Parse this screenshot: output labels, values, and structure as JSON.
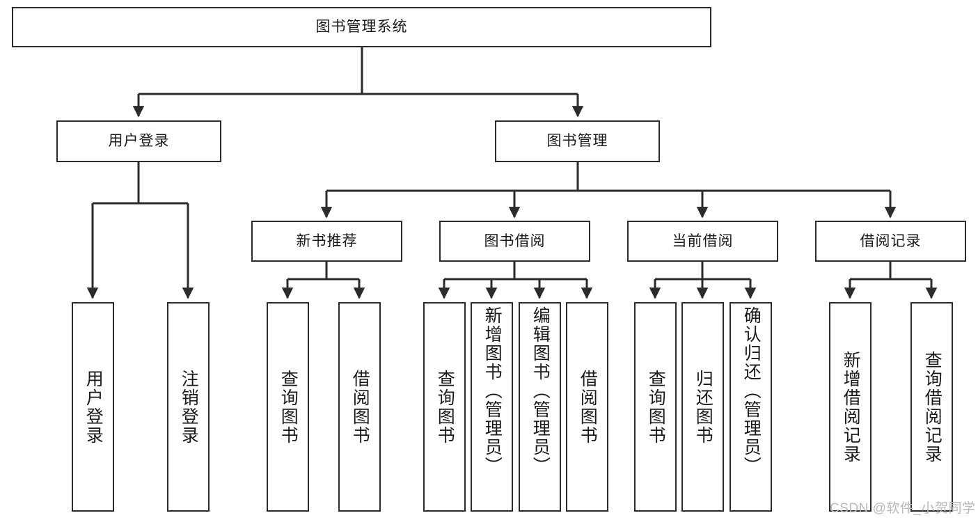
{
  "diagram": {
    "type": "tree-hierarchy",
    "title": "图书管理系统",
    "root": {
      "id": "root",
      "label": "图书管理系统",
      "shape": "rectangle",
      "orientation": "horizontal"
    },
    "level2": [
      {
        "id": "user-login",
        "label": "用户登录",
        "shape": "rectangle",
        "orientation": "horizontal"
      },
      {
        "id": "book-manage",
        "label": "图书管理",
        "shape": "rectangle",
        "orientation": "horizontal"
      }
    ],
    "level3": [
      {
        "id": "new-book-recommend",
        "label": "新书推荐",
        "shape": "rectangle",
        "orientation": "horizontal",
        "parent": "book-manage"
      },
      {
        "id": "book-borrow",
        "label": "图书借阅",
        "shape": "rectangle",
        "orientation": "horizontal",
        "parent": "book-manage"
      },
      {
        "id": "current-borrow",
        "label": "当前借阅",
        "shape": "rectangle",
        "orientation": "horizontal",
        "parent": "book-manage"
      },
      {
        "id": "borrow-record",
        "label": "借阅记录",
        "shape": "rectangle",
        "orientation": "horizontal",
        "parent": "book-manage"
      }
    ],
    "leaves": [
      {
        "id": "leaf-user-login",
        "label": "用户登录",
        "parent": "user-login",
        "orientation": "vertical",
        "align": "center"
      },
      {
        "id": "leaf-user-logout",
        "label": "注销登录",
        "parent": "user-login",
        "orientation": "vertical",
        "align": "center"
      },
      {
        "id": "leaf-query-book-1",
        "label": "查询图书",
        "parent": "new-book-recommend",
        "orientation": "vertical",
        "align": "center"
      },
      {
        "id": "leaf-borrow-book-1",
        "label": "借阅图书",
        "parent": "new-book-recommend",
        "orientation": "vertical",
        "align": "center"
      },
      {
        "id": "leaf-query-book-2",
        "label": "查询图书",
        "parent": "book-borrow",
        "orientation": "vertical",
        "align": "center"
      },
      {
        "id": "leaf-add-book",
        "label": "新增图书（管理员）",
        "parent": "book-borrow",
        "orientation": "vertical",
        "align": "top"
      },
      {
        "id": "leaf-edit-book",
        "label": "编辑图书（管理员）",
        "parent": "book-borrow",
        "orientation": "vertical",
        "align": "top"
      },
      {
        "id": "leaf-borrow-book-2",
        "label": "借阅图书",
        "parent": "book-borrow",
        "orientation": "vertical",
        "align": "center"
      },
      {
        "id": "leaf-query-book-3",
        "label": "查询图书",
        "parent": "current-borrow",
        "orientation": "vertical",
        "align": "center"
      },
      {
        "id": "leaf-return-book",
        "label": "归还图书",
        "parent": "current-borrow",
        "orientation": "vertical",
        "align": "center"
      },
      {
        "id": "leaf-confirm-return",
        "label": "确认归还（管理员）",
        "parent": "current-borrow",
        "orientation": "vertical",
        "align": "top"
      },
      {
        "id": "leaf-add-record",
        "label": "新增借阅记录",
        "parent": "borrow-record",
        "orientation": "vertical",
        "align": "center"
      },
      {
        "id": "leaf-query-record",
        "label": "查询借阅记录",
        "parent": "borrow-record",
        "orientation": "vertical",
        "align": "center"
      }
    ],
    "colors": {
      "stroke": "#2b2b2b",
      "fill": "#ffffff",
      "text": "#1a1a1a",
      "watermark": "#b9b9b9"
    }
  },
  "watermark": {
    "text": "CSDN @软件_小贺同学"
  }
}
